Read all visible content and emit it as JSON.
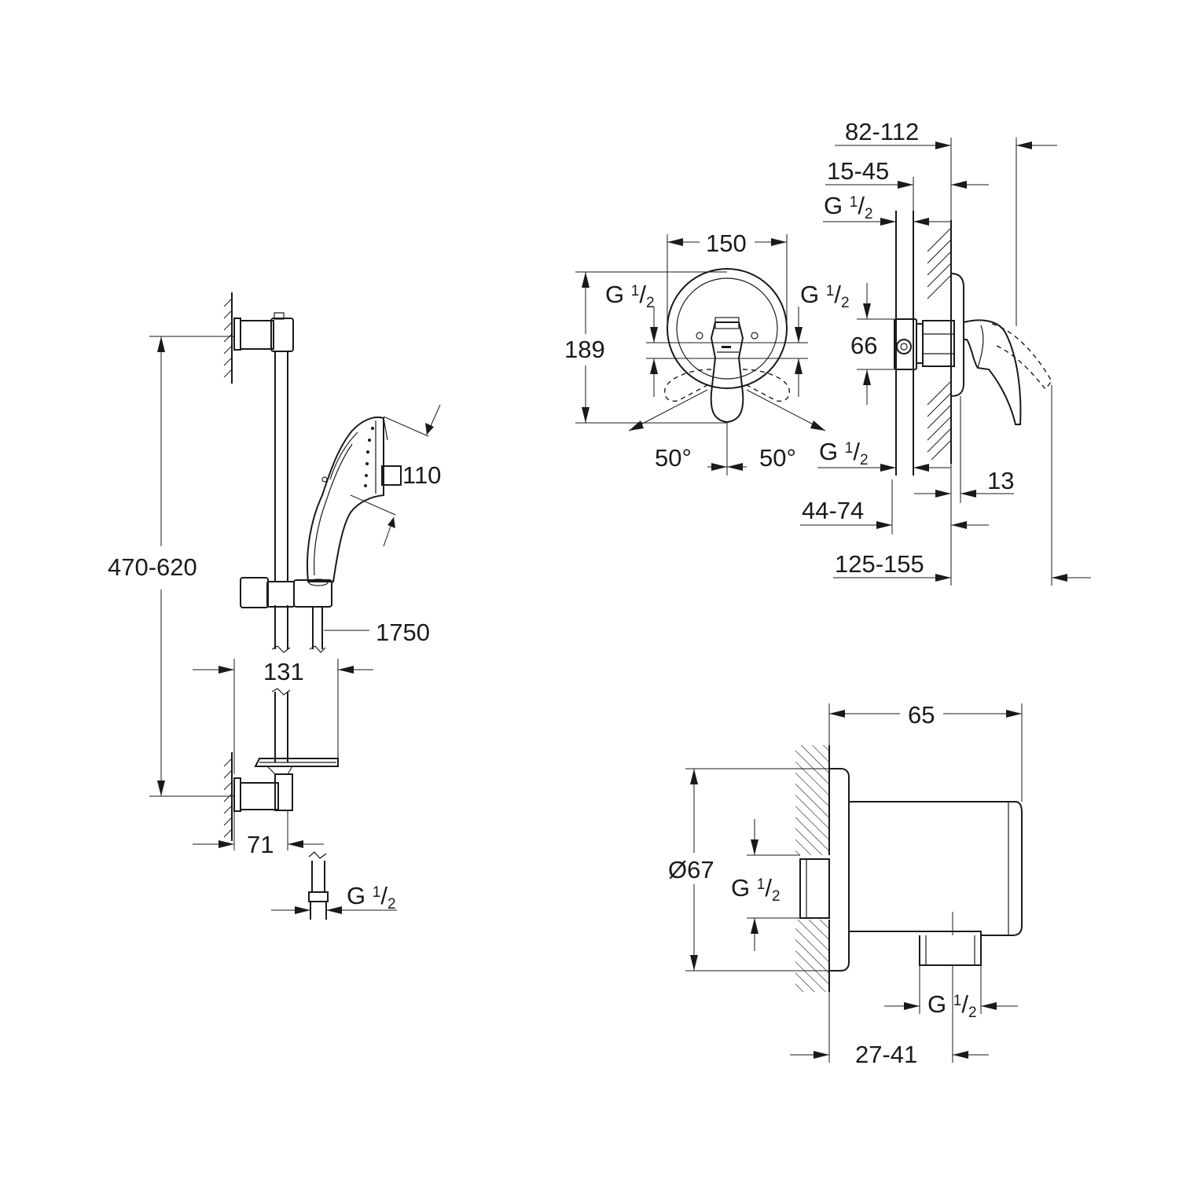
{
  "shower_rail_set": {
    "handshower_size": "110",
    "rail_height": "470-620",
    "hose_length": "1750",
    "projection": "131",
    "wall_distance": "71",
    "hose_connection": {
      "g": "G",
      "num": "1",
      "den": "2"
    }
  },
  "mixer_front": {
    "rosette_diameter": "150",
    "rosette_height": "189",
    "angle_left": "50°",
    "angle_right": "50°",
    "inlet_left": {
      "g": "G",
      "num": "1",
      "den": "2"
    },
    "inlet_right": {
      "g": "G",
      "num": "1",
      "den": "2"
    },
    "outlet": {
      "g": "G",
      "num": "1",
      "den": "2"
    }
  },
  "mixer_side": {
    "depth_range": "82-112",
    "adjust_range": "15-45",
    "body_height": "66",
    "inlet": {
      "g": "G",
      "num": "1",
      "den": "2"
    },
    "rosette_offset": "13",
    "install_depth": "44-74",
    "total_depth": "125-155"
  },
  "wall_outlet": {
    "projection": "65",
    "diameter": "Ø67",
    "wall_thread": {
      "g": "G",
      "num": "1",
      "den": "2"
    },
    "outlet_thread": {
      "g": "G",
      "num": "1",
      "den": "2"
    },
    "install_depth": "27-41"
  }
}
